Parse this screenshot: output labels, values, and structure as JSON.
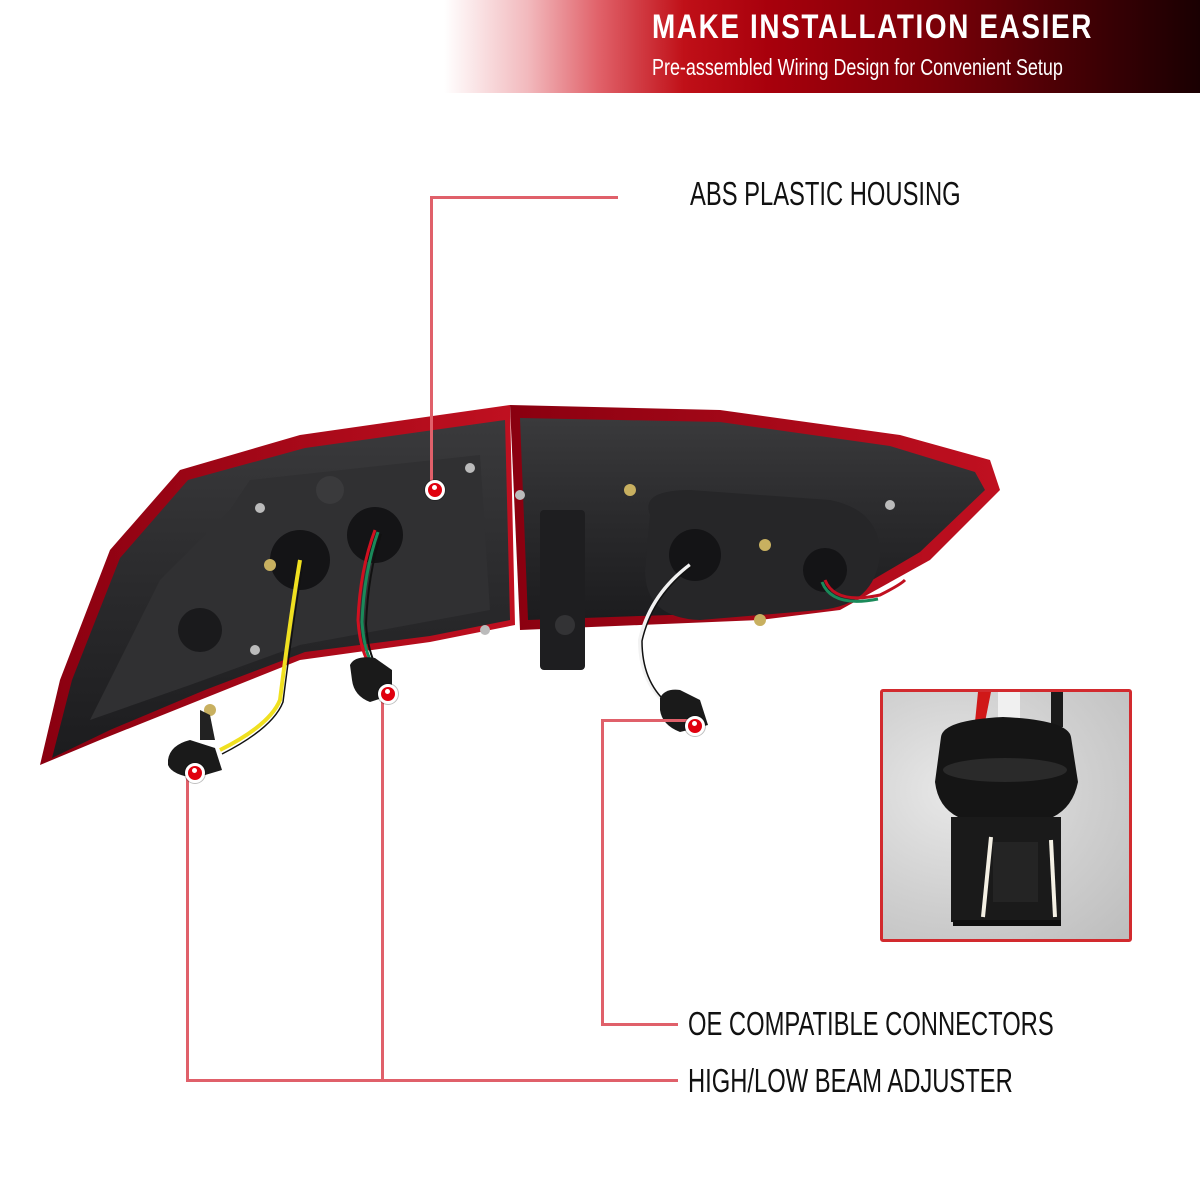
{
  "banner": {
    "title": "MAKE INSTALLATION EASIER",
    "subtitle": "Pre-assembled Wiring Design for Convenient Setup",
    "gradient_colors": [
      "#ffffff",
      "#c01018",
      "#1a0002"
    ]
  },
  "callouts": [
    {
      "id": "housing",
      "label": "ABS PLASTIC HOUSING"
    },
    {
      "id": "connectors",
      "label": "OE COMPATIBLE CONNECTORS"
    },
    {
      "id": "adjuster",
      "label": "HIGH/LOW BEAM ADJUSTER"
    }
  ],
  "product": {
    "description": "Tail light assembly rear view with wiring harness",
    "inset_description": "Close-up of OE compatible bulb connector"
  },
  "colors": {
    "accent_line": "#e0606a",
    "marker_dot": "#e0000e",
    "inset_border": "#d22a2e",
    "label_text": "#111111"
  }
}
